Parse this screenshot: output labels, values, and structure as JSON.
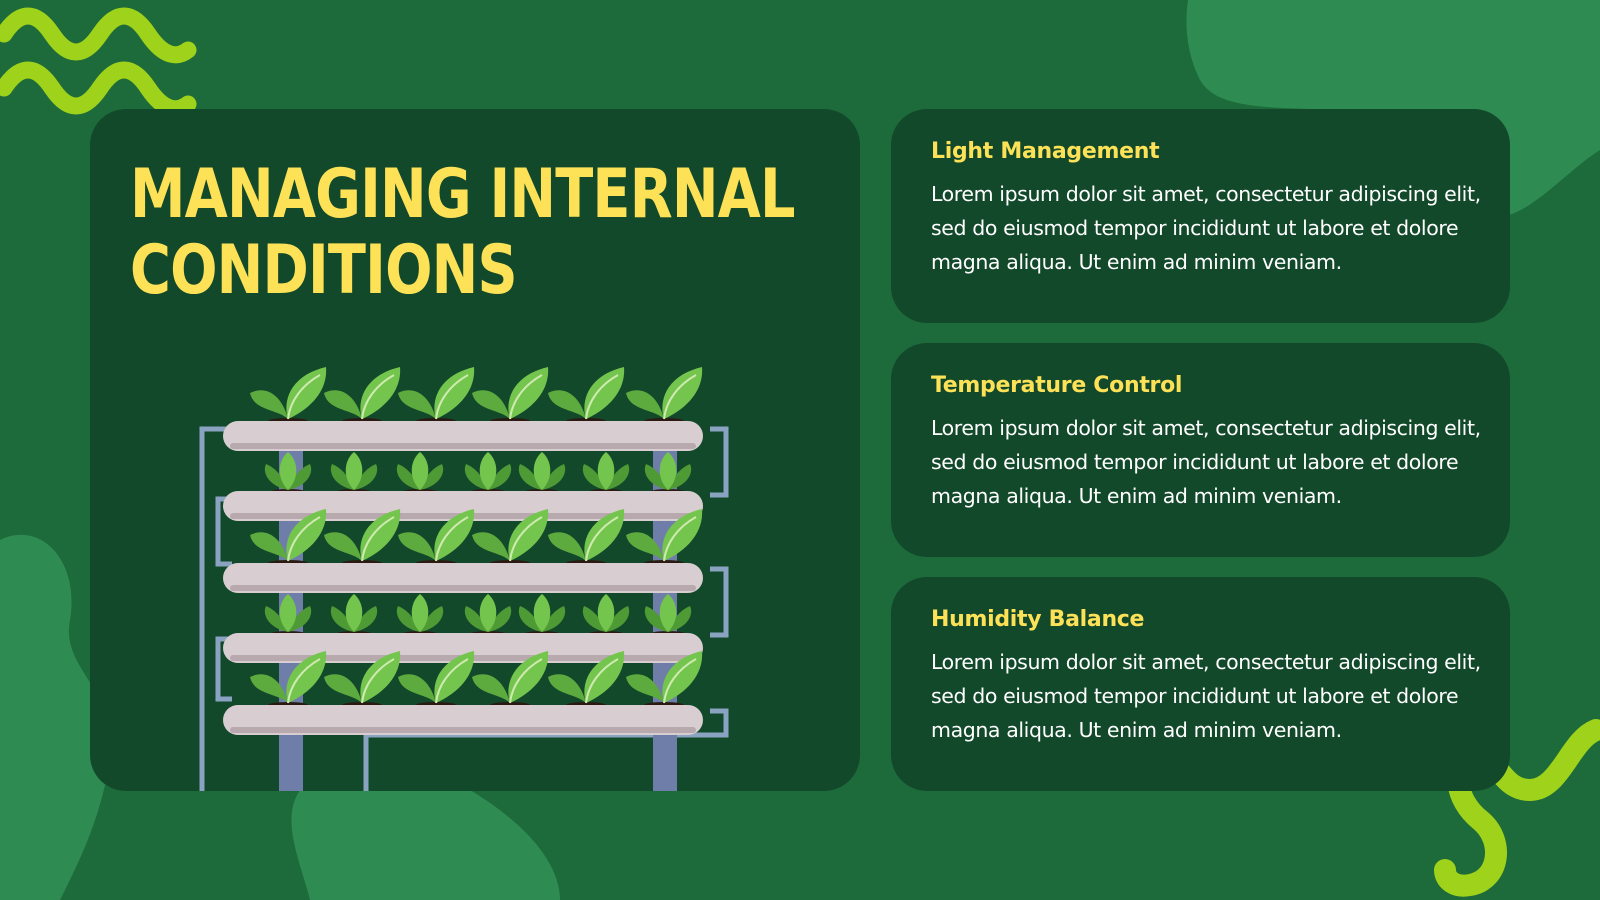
{
  "slide": {
    "title_lines": [
      "MANAGING INTERNAL",
      "CONDITIONS"
    ]
  },
  "cards": [
    {
      "heading": "Light Management",
      "body": "Lorem ipsum dolor sit amet, consectetur adipiscing elit, sed do eiusmod tempor incididunt ut labore et dolore magna aliqua. Ut enim ad minim veniam."
    },
    {
      "heading": "Temperature Control",
      "body": "Lorem ipsum dolor sit amet, consectetur adipiscing elit, sed do eiusmod tempor incididunt ut labore et dolore magna aliqua. Ut enim ad minim veniam."
    },
    {
      "heading": "Humidity Balance",
      "body": "Lorem ipsum dolor sit amet, consectetur adipiscing elit, sed do eiusmod tempor incididunt ut labore et dolore magna aliqua. Ut enim ad minim veniam."
    }
  ],
  "colors": {
    "background": "#1d6b3b",
    "panel": "#13492b",
    "blob": "#2e8b52",
    "accent_yellow": "#fde157",
    "squiggle": "#9fd21a",
    "leaf": "#6fbf4a",
    "pipe": "#d8cdd0",
    "post": "#6f7ea8"
  },
  "icons": [
    "squiggle-decoration",
    "hydroponic-rack-illustration",
    "lettuce-icon"
  ]
}
